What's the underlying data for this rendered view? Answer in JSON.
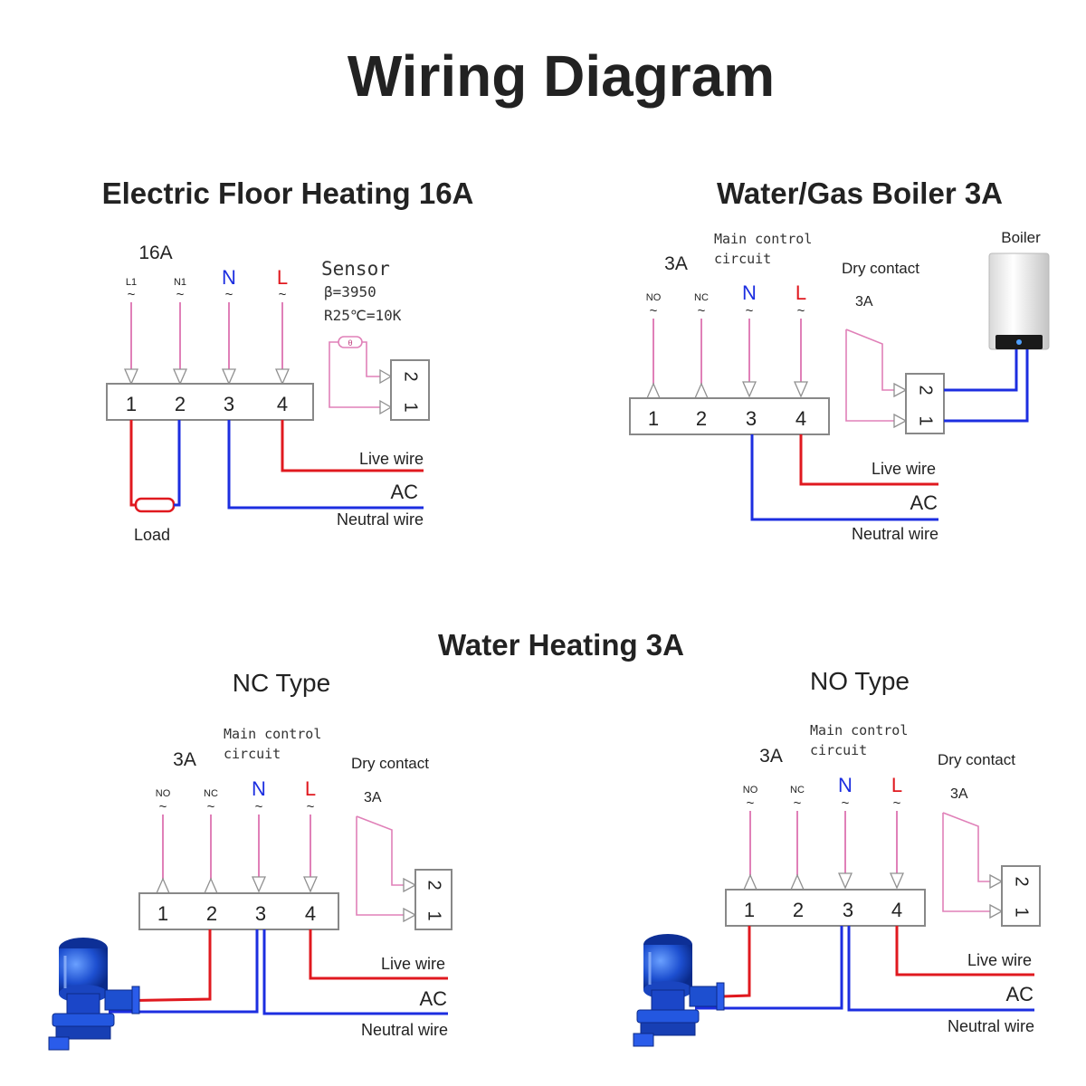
{
  "page": {
    "title": "Wiring Diagram"
  },
  "colors": {
    "live": "#e0191f",
    "neutral": "#1c2ee0",
    "signal": "#e080b8",
    "text": "#222222"
  },
  "floor": {
    "title": "Electric Floor Heating 16A",
    "rating": "16A",
    "pins": [
      "L1",
      "N1",
      "N",
      "L"
    ],
    "tilde": "~",
    "terminals": [
      "1",
      "2",
      "3",
      "4"
    ],
    "sensor": {
      "label": "Sensor",
      "beta": "β=3950",
      "resistance": "R25℃=10K",
      "symbol": "θ",
      "terminals": [
        "2",
        "1"
      ]
    },
    "load_label": "Load",
    "live_label": "Live wire",
    "ac_label": "AC",
    "neutral_label": "Neutral wire"
  },
  "boiler": {
    "title": "Water/Gas Boiler 3A",
    "rating": "3A",
    "main_control": [
      "Main control",
      "circuit"
    ],
    "pins": [
      "NO",
      "NC",
      "N",
      "L"
    ],
    "tilde": "~",
    "terminals": [
      "1",
      "2",
      "3",
      "4"
    ],
    "dry_contact": "Dry contact",
    "dry_rating": "3A",
    "contact_terminals": [
      "2",
      "1"
    ],
    "boiler_label": "Boiler",
    "live_label": "Live wire",
    "ac_label": "AC",
    "neutral_label": "Neutral wire"
  },
  "water": {
    "title": "Water Heating 3A",
    "nc": {
      "title": "NC Type",
      "rating": "3A",
      "main_control": [
        "Main control",
        "circuit"
      ],
      "pins": [
        "NO",
        "NC",
        "N",
        "L"
      ],
      "tilde": "~",
      "terminals": [
        "1",
        "2",
        "3",
        "4"
      ],
      "dry_contact": "Dry contact",
      "dry_rating": "3A",
      "contact_terminals": [
        "2",
        "1"
      ],
      "live_label": "Live wire",
      "ac_label": "AC",
      "neutral_label": "Neutral wire"
    },
    "no": {
      "title": "NO Type",
      "rating": "3A",
      "main_control": [
        "Main control",
        "circuit"
      ],
      "pins": [
        "NO",
        "NC",
        "N",
        "L"
      ],
      "tilde": "~",
      "terminals": [
        "1",
        "2",
        "3",
        "4"
      ],
      "dry_contact": "Dry contact",
      "dry_rating": "3A",
      "contact_terminals": [
        "2",
        "1"
      ],
      "live_label": "Live wire",
      "ac_label": "AC",
      "neutral_label": "Neutral wire"
    }
  }
}
